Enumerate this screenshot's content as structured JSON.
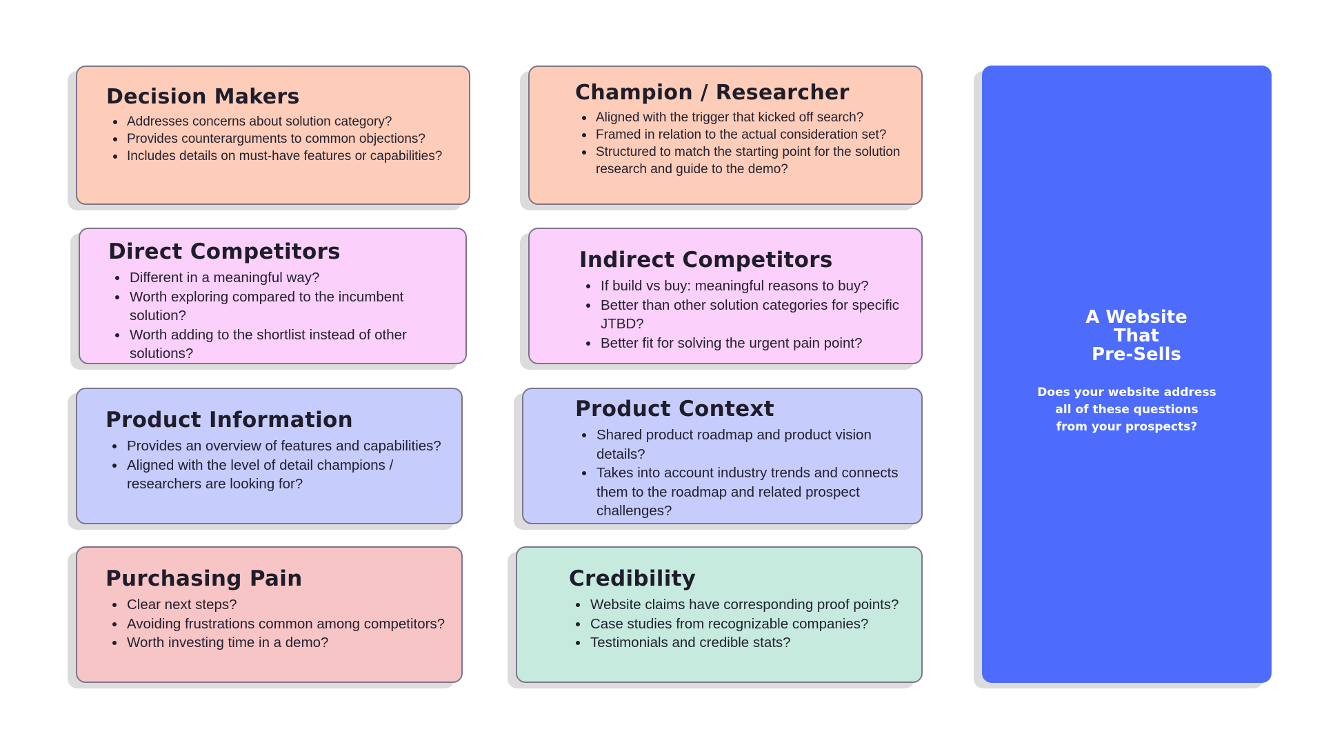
{
  "cards": [
    {
      "title": "Decision Makers",
      "items": [
        "Addresses concerns about solution category?",
        "Provides counterarguments to common objections?",
        "Includes details on must-have features or capabilities?"
      ]
    },
    {
      "title": "Champion / Researcher",
      "items": [
        "Aligned with the trigger that kicked off search?",
        "Framed in relation to the actual consideration set?",
        "Structured to match the starting point for the solution research and guide to the demo?"
      ]
    },
    {
      "title": "Direct Competitors",
      "items": [
        "Different in a meaningful way?",
        "Worth exploring compared to the incumbent solution?",
        "Worth adding to the shortlist instead of other solutions?"
      ]
    },
    {
      "title": "Indirect Competitors",
      "items": [
        "If build vs buy: meaningful reasons to buy?",
        "Better than other solution categories for specific JTBD?",
        "Better fit for solving the urgent pain point?"
      ]
    },
    {
      "title": "Product Information",
      "items": [
        "Provides an overview of features and capabilities?",
        "Aligned with the level of detail champions / researchers are looking for?"
      ]
    },
    {
      "title": "Product Context",
      "items": [
        "Shared product roadmap and product vision details?",
        "Takes into account industry trends and connects them to the roadmap and related prospect challenges?"
      ]
    },
    {
      "title": "Purchasing Pain",
      "items": [
        "Clear next steps?",
        "Avoiding frustrations common among competitors?",
        "Worth investing time in a demo?"
      ]
    },
    {
      "title": "Credibility",
      "items": [
        "Website claims have corresponding proof points?",
        "Case studies from recognizable companies?",
        "Testimonials and credible stats?"
      ]
    }
  ],
  "side_panel": {
    "title_lines": [
      "A Website",
      "That",
      "Pre-Sells"
    ],
    "subtitle_lines": [
      "Does your website address",
      "all of these questions",
      "from your prospects?"
    ]
  },
  "colors": {
    "peach": "#fdcdb9",
    "pink": "#fbd0fa",
    "lavender": "#c6ccfb",
    "rose": "#f8c5c6",
    "mint": "#c6ebde",
    "panel_blue": "#4d6cfc"
  }
}
